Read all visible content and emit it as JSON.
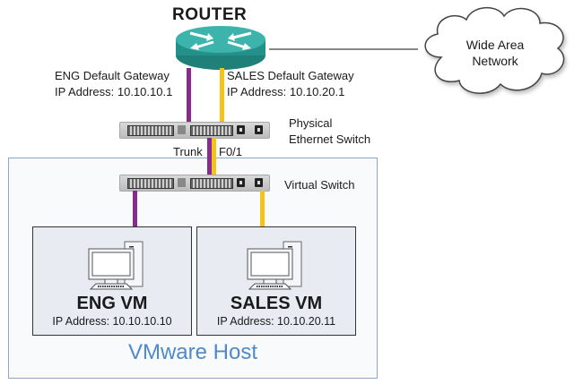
{
  "router": {
    "title": "ROUTER",
    "icon": "router-icon",
    "color": "#2a9d96"
  },
  "wan": {
    "line1": "Wide Area",
    "line2": "Network",
    "icon": "cloud-icon"
  },
  "gateways": {
    "eng": {
      "line1": "ENG Default Gateway",
      "line2": "IP Address: 10.10.10.1"
    },
    "sales": {
      "line1": "SALES Default Gateway",
      "line2": "IP Address: 10.10.20.1"
    }
  },
  "physical_switch": {
    "line1": "Physical",
    "line2": "Ethernet Switch"
  },
  "trunk": {
    "label": "Trunk",
    "port": "F0/1"
  },
  "virtual_switch": {
    "label": "Virtual Switch"
  },
  "vms": [
    {
      "name": "ENG VM",
      "ip": "IP Address: 10.10.10.10",
      "vlan_color": "#8b2a8d"
    },
    {
      "name": "SALES VM",
      "ip": "IP Address: 10.10.20.11",
      "vlan_color": "#f5c21a"
    }
  ],
  "host": {
    "label": "VMware Host",
    "label_color": "#4e8ac8"
  }
}
